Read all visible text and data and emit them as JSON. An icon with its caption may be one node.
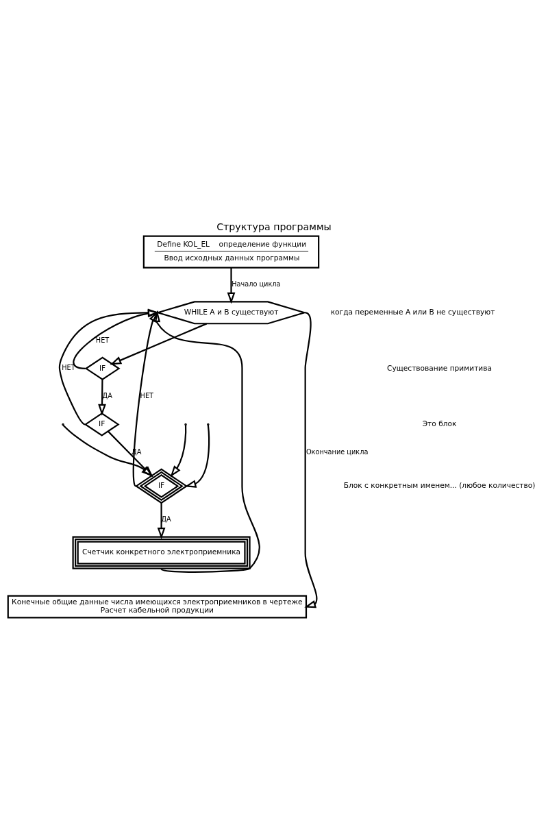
{
  "diagram": {
    "title": "Структура программы",
    "nodes": [
      {
        "text": [
          "Define KOL_EL    определение функции",
          "Ввод исходных данных программы"
        ]
      },
      {
        "text": [
          "WHILE A и B существуют"
        ]
      },
      {
        "text": [
          "IF"
        ]
      },
      {
        "text": [
          "IF"
        ]
      },
      {
        "text": [
          "IF"
        ]
      },
      {
        "text": [
          "Счетчик конкретного электроприемника"
        ]
      },
      {
        "text": [
          "Конечные общие данные числа имеющихся электроприемников в чертеже",
          "Расчет кабельной продукции"
        ]
      }
    ],
    "edges": [
      {
        "from": 0,
        "to": 1,
        "arrow": "to",
        "label": "Начало цикла"
      },
      {
        "from": 1,
        "to": 6,
        "arrow": "to",
        "label": "Окончание цикла"
      },
      {
        "from": 1,
        "to": 2,
        "arrow": "to"
      },
      {
        "from": 2,
        "to": 3,
        "arrow": "to",
        "label": "ДА"
      },
      {
        "from": 2,
        "to": 1,
        "arrow": "to",
        "label": "НЕТ"
      },
      {
        "from": 3,
        "to": 4,
        "arrow": "to",
        "label": "ДА"
      },
      {
        "from": 3,
        "to": 1,
        "arrow": "to",
        "label": "НЕТ"
      },
      {
        "from": null,
        "to": 4,
        "arrow": "to"
      },
      {
        "from": null,
        "to": 4,
        "arrow": "to"
      },
      {
        "from": null,
        "to": 4,
        "arrow": "to"
      },
      {
        "from": 4,
        "to": 5,
        "arrow": "to",
        "label": "ДА"
      },
      {
        "from": 4,
        "to": 1,
        "arrow": "to",
        "label": "НЕТ"
      },
      {
        "from": 5,
        "to": 1,
        "arrow": "to"
      }
    ],
    "labels": [
      "когда переменные A или B не существуют",
      "Существование примитива",
      "Это блок",
      "Блок с конкретным именем... (любое количество)"
    ]
  }
}
